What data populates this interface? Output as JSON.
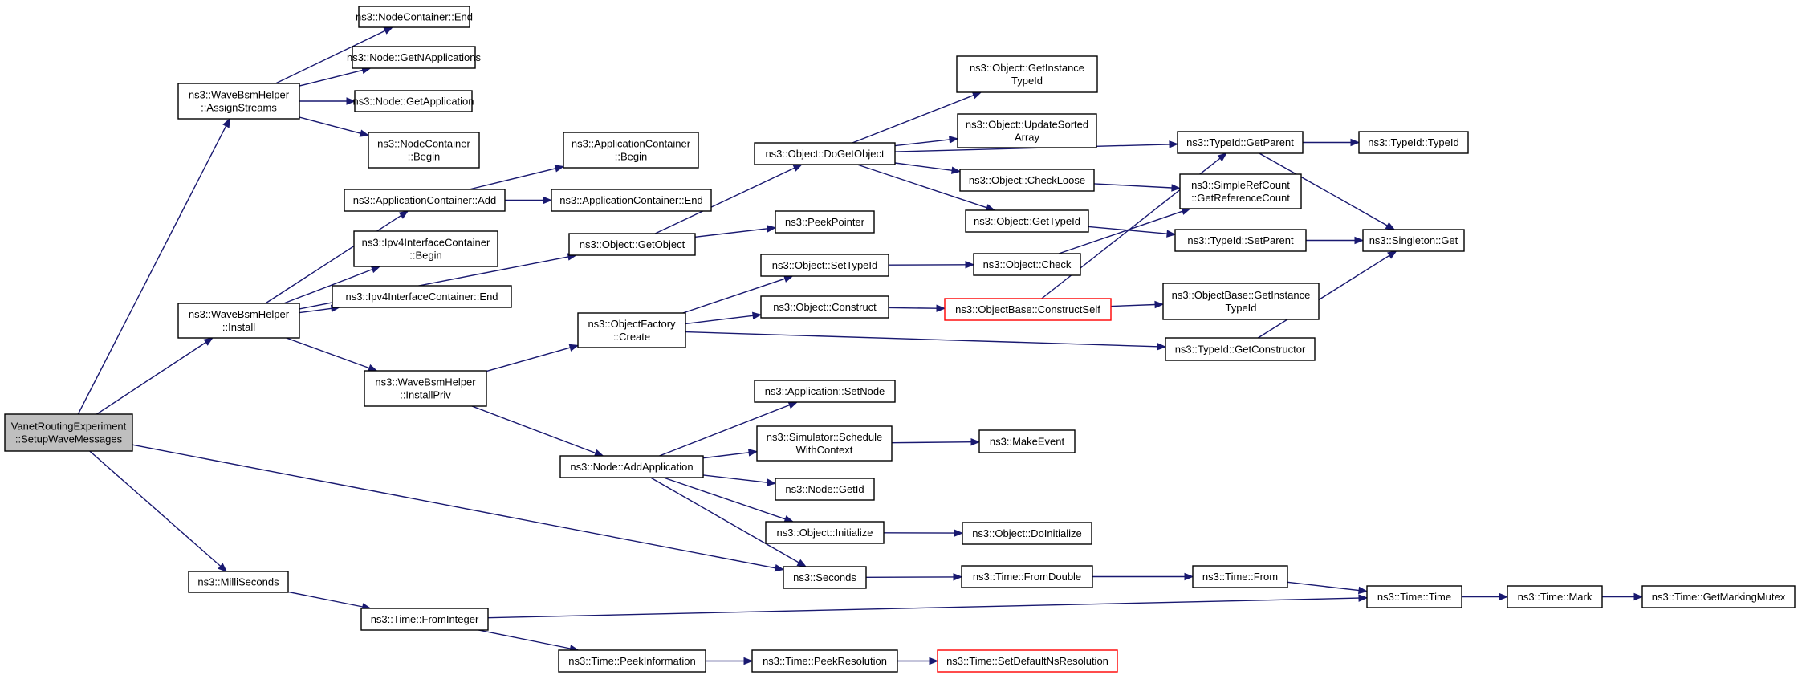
{
  "diagram": {
    "type": "call-graph",
    "colors": {
      "edge": "#191970",
      "node_border": "#000000",
      "root_fill": "#bfbfbf",
      "highlight_border": "#ff0000",
      "background": "#ffffff"
    },
    "nodes": [
      {
        "id": "root",
        "lines": [
          "VanetRoutingExperiment",
          "::SetupWaveMessages"
        ],
        "style": "root"
      },
      {
        "id": "assign",
        "lines": [
          "ns3::WaveBsmHelper",
          "::AssignStreams"
        ]
      },
      {
        "id": "install",
        "lines": [
          "ns3::WaveBsmHelper",
          "::Install"
        ]
      },
      {
        "id": "milli",
        "lines": [
          "ns3::MilliSeconds"
        ]
      },
      {
        "id": "nc_end",
        "lines": [
          "ns3::NodeContainer::End"
        ]
      },
      {
        "id": "node_getn",
        "lines": [
          "ns3::Node::GetNApplications"
        ]
      },
      {
        "id": "node_getapp",
        "lines": [
          "ns3::Node::GetApplication"
        ]
      },
      {
        "id": "nc_begin",
        "lines": [
          "ns3::NodeContainer",
          "::Begin"
        ]
      },
      {
        "id": "ac_add",
        "lines": [
          "ns3::ApplicationContainer::Add"
        ]
      },
      {
        "id": "ac_begin",
        "lines": [
          "ns3::ApplicationContainer",
          "::Begin"
        ]
      },
      {
        "id": "ac_end",
        "lines": [
          "ns3::ApplicationContainer::End"
        ]
      },
      {
        "id": "ipv4_begin",
        "lines": [
          "ns3::Ipv4InterfaceContainer",
          "::Begin"
        ]
      },
      {
        "id": "ipv4_end",
        "lines": [
          "ns3::Ipv4InterfaceContainer::End"
        ]
      },
      {
        "id": "installpriv",
        "lines": [
          "ns3::WaveBsmHelper",
          "::InstallPriv"
        ]
      },
      {
        "id": "obj_getobj",
        "lines": [
          "ns3::Object::GetObject"
        ]
      },
      {
        "id": "objfactory",
        "lines": [
          "ns3::ObjectFactory",
          "::Create"
        ]
      },
      {
        "id": "node_addapp",
        "lines": [
          "ns3::Node::AddApplication"
        ]
      },
      {
        "id": "time_fromint",
        "lines": [
          "ns3::Time::FromInteger"
        ]
      },
      {
        "id": "time_peekinfo",
        "lines": [
          "ns3::Time::PeekInformation"
        ]
      },
      {
        "id": "obj_dogetobj",
        "lines": [
          "ns3::Object::DoGetObject"
        ]
      },
      {
        "id": "peekpointer",
        "lines": [
          "ns3::PeekPointer"
        ]
      },
      {
        "id": "obj_settypeid",
        "lines": [
          "ns3::Object::SetTypeId"
        ]
      },
      {
        "id": "obj_construct",
        "lines": [
          "ns3::Object::Construct"
        ]
      },
      {
        "id": "app_setnode",
        "lines": [
          "ns3::Application::SetNode"
        ]
      },
      {
        "id": "sim_schedule",
        "lines": [
          "ns3::Simulator::Schedule",
          "WithContext"
        ]
      },
      {
        "id": "node_getid",
        "lines": [
          "ns3::Node::GetId"
        ]
      },
      {
        "id": "obj_initialize",
        "lines": [
          "ns3::Object::Initialize"
        ]
      },
      {
        "id": "seconds",
        "lines": [
          "ns3::Seconds"
        ]
      },
      {
        "id": "time_peekres",
        "lines": [
          "ns3::Time::PeekResolution"
        ]
      },
      {
        "id": "obj_getinsttypeid",
        "lines": [
          "ns3::Object::GetInstance",
          "TypeId"
        ]
      },
      {
        "id": "obj_updatesorted",
        "lines": [
          "ns3::Object::UpdateSorted",
          "Array"
        ]
      },
      {
        "id": "obj_checkloose",
        "lines": [
          "ns3::Object::CheckLoose"
        ]
      },
      {
        "id": "obj_gettypeid",
        "lines": [
          "ns3::Object::GetTypeId"
        ]
      },
      {
        "id": "obj_check",
        "lines": [
          "ns3::Object::Check"
        ]
      },
      {
        "id": "ob_constructself",
        "lines": [
          "ns3::ObjectBase::ConstructSelf"
        ],
        "style": "red"
      },
      {
        "id": "makeevent",
        "lines": [
          "ns3::MakeEvent"
        ]
      },
      {
        "id": "obj_doinit",
        "lines": [
          "ns3::Object::DoInitialize"
        ]
      },
      {
        "id": "time_fromdouble",
        "lines": [
          "ns3::Time::FromDouble"
        ]
      },
      {
        "id": "time_setdefault",
        "lines": [
          "ns3::Time::SetDefaultNsResolution"
        ],
        "style": "red"
      },
      {
        "id": "typeid_getparent",
        "lines": [
          "ns3::TypeId::GetParent"
        ]
      },
      {
        "id": "simplerefcount",
        "lines": [
          "ns3::SimpleRefCount",
          "::GetReferenceCount"
        ]
      },
      {
        "id": "typeid_setparent",
        "lines": [
          "ns3::TypeId::SetParent"
        ]
      },
      {
        "id": "ob_getinsttypeid",
        "lines": [
          "ns3::ObjectBase::GetInstance",
          "TypeId"
        ]
      },
      {
        "id": "typeid_getctor",
        "lines": [
          "ns3::TypeId::GetConstructor"
        ]
      },
      {
        "id": "time_from",
        "lines": [
          "ns3::Time::From"
        ]
      },
      {
        "id": "typeid_typeid",
        "lines": [
          "ns3::TypeId::TypeId"
        ]
      },
      {
        "id": "singleton_get",
        "lines": [
          "ns3::Singleton::Get"
        ]
      },
      {
        "id": "time_time",
        "lines": [
          "ns3::Time::Time"
        ]
      },
      {
        "id": "time_mark",
        "lines": [
          "ns3::Time::Mark"
        ]
      },
      {
        "id": "time_getmarkingmutex",
        "lines": [
          "ns3::Time::GetMarkingMutex"
        ]
      }
    ],
    "edges": [
      [
        "root",
        "assign"
      ],
      [
        "root",
        "install"
      ],
      [
        "root",
        "milli"
      ],
      [
        "root",
        "seconds"
      ],
      [
        "assign",
        "nc_end"
      ],
      [
        "assign",
        "node_getn"
      ],
      [
        "assign",
        "node_getapp"
      ],
      [
        "assign",
        "nc_begin"
      ],
      [
        "install",
        "ac_add"
      ],
      [
        "install",
        "ipv4_begin"
      ],
      [
        "install",
        "ipv4_end"
      ],
      [
        "install",
        "obj_getobj"
      ],
      [
        "install",
        "installpriv"
      ],
      [
        "ac_add",
        "ac_begin"
      ],
      [
        "ac_add",
        "ac_end"
      ],
      [
        "installpriv",
        "objfactory"
      ],
      [
        "installpriv",
        "node_addapp"
      ],
      [
        "obj_getobj",
        "obj_dogetobj"
      ],
      [
        "obj_getobj",
        "peekpointer"
      ],
      [
        "objfactory",
        "obj_settypeid"
      ],
      [
        "objfactory",
        "obj_construct"
      ],
      [
        "objfactory",
        "typeid_getctor"
      ],
      [
        "node_addapp",
        "app_setnode"
      ],
      [
        "node_addapp",
        "sim_schedule"
      ],
      [
        "node_addapp",
        "node_getid"
      ],
      [
        "node_addapp",
        "obj_initialize"
      ],
      [
        "node_addapp",
        "seconds"
      ],
      [
        "milli",
        "time_fromint"
      ],
      [
        "time_fromint",
        "time_peekinfo"
      ],
      [
        "time_fromint",
        "time_time"
      ],
      [
        "time_peekinfo",
        "time_peekres"
      ],
      [
        "time_peekres",
        "time_setdefault"
      ],
      [
        "obj_dogetobj",
        "obj_getinsttypeid"
      ],
      [
        "obj_dogetobj",
        "obj_updatesorted"
      ],
      [
        "obj_dogetobj",
        "obj_checkloose"
      ],
      [
        "obj_dogetobj",
        "obj_gettypeid"
      ],
      [
        "obj_dogetobj",
        "typeid_getparent"
      ],
      [
        "obj_checkloose",
        "simplerefcount"
      ],
      [
        "obj_gettypeid",
        "typeid_setparent"
      ],
      [
        "obj_settypeid",
        "obj_check"
      ],
      [
        "obj_check",
        "simplerefcount"
      ],
      [
        "obj_construct",
        "ob_constructself"
      ],
      [
        "ob_constructself",
        "ob_getinsttypeid"
      ],
      [
        "ob_constructself",
        "typeid_getparent"
      ],
      [
        "sim_schedule",
        "makeevent"
      ],
      [
        "obj_initialize",
        "obj_doinit"
      ],
      [
        "seconds",
        "time_fromdouble"
      ],
      [
        "time_fromdouble",
        "time_from"
      ],
      [
        "time_from",
        "time_time"
      ],
      [
        "time_time",
        "time_mark"
      ],
      [
        "time_mark",
        "time_getmarkingmutex"
      ],
      [
        "typeid_getparent",
        "typeid_typeid"
      ],
      [
        "typeid_getparent",
        "singleton_get"
      ],
      [
        "typeid_setparent",
        "singleton_get"
      ],
      [
        "typeid_getctor",
        "singleton_get"
      ]
    ]
  }
}
